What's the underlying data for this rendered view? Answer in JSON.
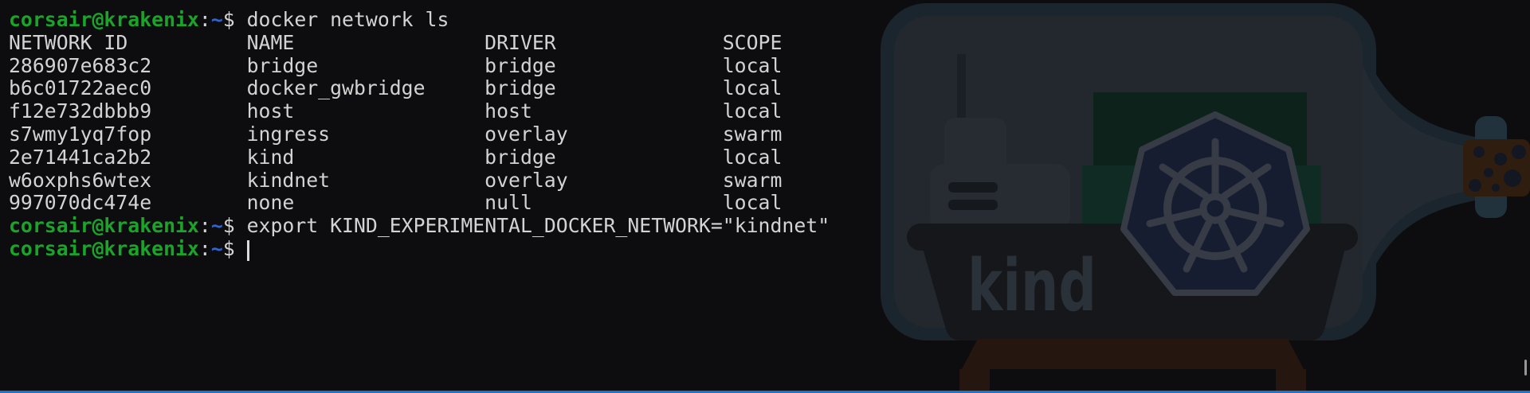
{
  "window": {
    "background": "#0d0d0f",
    "bottom_border_color": "#2173c9"
  },
  "terminal": {
    "colors": {
      "foreground": "#d3d3d3",
      "prompt_green": "#1aa42a",
      "path_blue": "#3063d4",
      "cursor": "#dcdcdc"
    },
    "prompt": {
      "user_host": "corsair@krakenix",
      "separator": ":",
      "path": "~",
      "symbol": "$"
    },
    "commands": [
      "docker network ls",
      "export KIND_EXPERIMENTAL_DOCKER_NETWORK=\"kindnet\""
    ],
    "network_table": {
      "column_width_chars": 20,
      "headers": [
        "NETWORK ID",
        "NAME",
        "DRIVER",
        "SCOPE"
      ],
      "rows": [
        [
          "286907e683c2",
          "bridge",
          "bridge",
          "local"
        ],
        [
          "b6c01722aec0",
          "docker_gwbridge",
          "bridge",
          "local"
        ],
        [
          "f12e732dbbb9",
          "host",
          "host",
          "local"
        ],
        [
          "s7wmy1yq7fop",
          "ingress",
          "overlay",
          "swarm"
        ],
        [
          "2e71441ca2b2",
          "kind",
          "bridge",
          "local"
        ],
        [
          "w6oxphs6wtex",
          "kindnet",
          "overlay",
          "swarm"
        ],
        [
          "997070dc474e",
          "none",
          "null",
          "local"
        ]
      ]
    },
    "cursor_visible": true
  },
  "background_art": {
    "name": "kind-logo-ship-in-bottle",
    "label": "kind",
    "colors": {
      "glass": "#1b252d",
      "glass_inner": "#23282e",
      "neck_inner": "#242a31",
      "lip": "#22323c",
      "cork": "#2f1e0f",
      "cork_spots": "#131722",
      "container_dark": "#0e221c",
      "container_light": "#0f2b24",
      "mast": "#1b2026",
      "cabin": "#262c31",
      "cabin_stripe": "#15181c",
      "hull": "#15171a",
      "label_color": "#2b3138",
      "heptagon_fill": "#161d30",
      "heptagon_stroke": "#363b45",
      "stand": "#251710"
    }
  }
}
